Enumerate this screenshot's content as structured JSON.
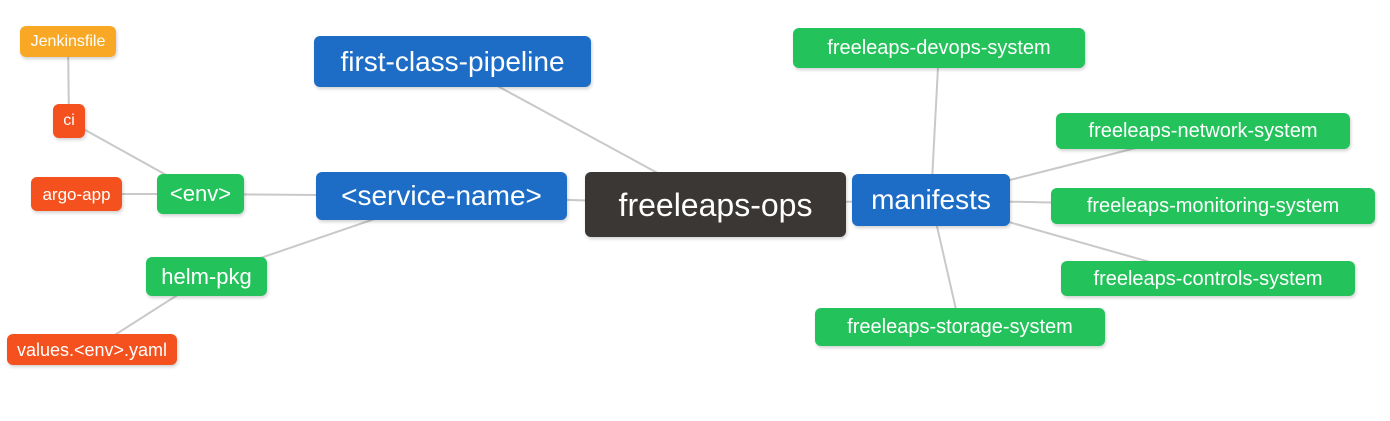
{
  "diagram": {
    "type": "mindmap",
    "background_color": "#FFFFFF",
    "edge_color": "#C9C9C9",
    "text_color": "#FFFFFF",
    "palette": {
      "blue": "#1D6DC7",
      "green": "#24C25B",
      "red_orange": "#F4511E",
      "amber": "#F9A825",
      "dark": "#3B3734"
    },
    "nodes": [
      {
        "id": "jenkinsfile",
        "label": "Jenkinsfile",
        "color": "#F9A825"
      },
      {
        "id": "ci",
        "label": "ci",
        "color": "#F4511E"
      },
      {
        "id": "argo-app",
        "label": "argo-app",
        "color": "#F4511E"
      },
      {
        "id": "env",
        "label": "<env>",
        "color": "#24C25B"
      },
      {
        "id": "helm-pkg",
        "label": "helm-pkg",
        "color": "#24C25B"
      },
      {
        "id": "values-env-yaml",
        "label": "values.<env>.yaml",
        "color": "#F4511E"
      },
      {
        "id": "first-class-pipeline",
        "label": "first-class-pipeline",
        "color": "#1D6DC7"
      },
      {
        "id": "service-name",
        "label": "<service-name>",
        "color": "#1D6DC7"
      },
      {
        "id": "freeleaps-ops",
        "label": "freeleaps-ops",
        "color": "#3B3734"
      },
      {
        "id": "manifests",
        "label": "manifests",
        "color": "#1D6DC7"
      },
      {
        "id": "freeleaps-devops-system",
        "label": "freeleaps-devops-system",
        "color": "#24C25B"
      },
      {
        "id": "freeleaps-network-system",
        "label": "freeleaps-network-system",
        "color": "#24C25B"
      },
      {
        "id": "freeleaps-monitoring-system",
        "label": "freeleaps-monitoring-system",
        "color": "#24C25B"
      },
      {
        "id": "freeleaps-controls-system",
        "label": "freeleaps-controls-system",
        "color": "#24C25B"
      },
      {
        "id": "freeleaps-storage-system",
        "label": "freeleaps-storage-system",
        "color": "#24C25B"
      }
    ],
    "edges": [
      {
        "from": "jenkinsfile",
        "to": "ci"
      },
      {
        "from": "ci",
        "to": "env"
      },
      {
        "from": "argo-app",
        "to": "env"
      },
      {
        "from": "env",
        "to": "service-name"
      },
      {
        "from": "helm-pkg",
        "to": "service-name"
      },
      {
        "from": "values-env-yaml",
        "to": "helm-pkg"
      },
      {
        "from": "first-class-pipeline",
        "to": "freeleaps-ops"
      },
      {
        "from": "service-name",
        "to": "freeleaps-ops"
      },
      {
        "from": "freeleaps-ops",
        "to": "manifests"
      },
      {
        "from": "manifests",
        "to": "freeleaps-devops-system"
      },
      {
        "from": "manifests",
        "to": "freeleaps-network-system"
      },
      {
        "from": "manifests",
        "to": "freeleaps-monitoring-system"
      },
      {
        "from": "manifests",
        "to": "freeleaps-controls-system"
      },
      {
        "from": "manifests",
        "to": "freeleaps-storage-system"
      }
    ]
  }
}
